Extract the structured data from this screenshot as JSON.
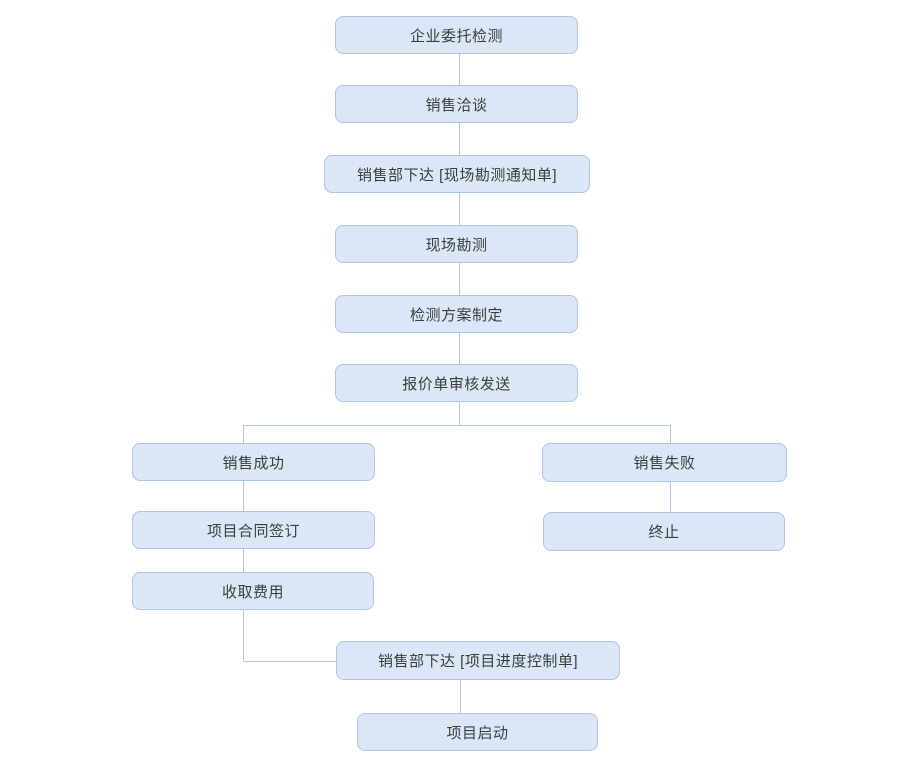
{
  "diagram": {
    "type": "flowchart",
    "description": "Vertical process flowchart with a two-branch split (sales success / sales failure) that merges back into a bottom sequence."
  },
  "colors": {
    "node_fill": "#dbe7f7",
    "node_border": "#b1c5de",
    "connector": "#b1c5de",
    "text": "#3d3d3d",
    "background": "#ffffff"
  },
  "nodes": [
    {
      "id": "n1",
      "label": "企业委托检测"
    },
    {
      "id": "n2",
      "label": "销售洽谈"
    },
    {
      "id": "n3",
      "label": "销售部下达 [现场勘测通知单]"
    },
    {
      "id": "n4",
      "label": "现场勘测"
    },
    {
      "id": "n5",
      "label": "检测方案制定"
    },
    {
      "id": "n6",
      "label": "报价单审核发送"
    },
    {
      "id": "n7",
      "label": "销售成功"
    },
    {
      "id": "n8",
      "label": "销售失败"
    },
    {
      "id": "n9",
      "label": "项目合同签订"
    },
    {
      "id": "n10",
      "label": "终止"
    },
    {
      "id": "n11",
      "label": "收取费用"
    },
    {
      "id": "n12",
      "label": "销售部下达 [项目进度控制单]"
    },
    {
      "id": "n13",
      "label": "项目启动"
    }
  ],
  "edges": [
    "n1->n2",
    "n2->n3",
    "n3->n4",
    "n4->n5",
    "n5->n6",
    "n6->n7",
    "n6->n8",
    "n7->n9",
    "n8->n10",
    "n9->n11",
    "n11->n12",
    "n12->n13"
  ]
}
